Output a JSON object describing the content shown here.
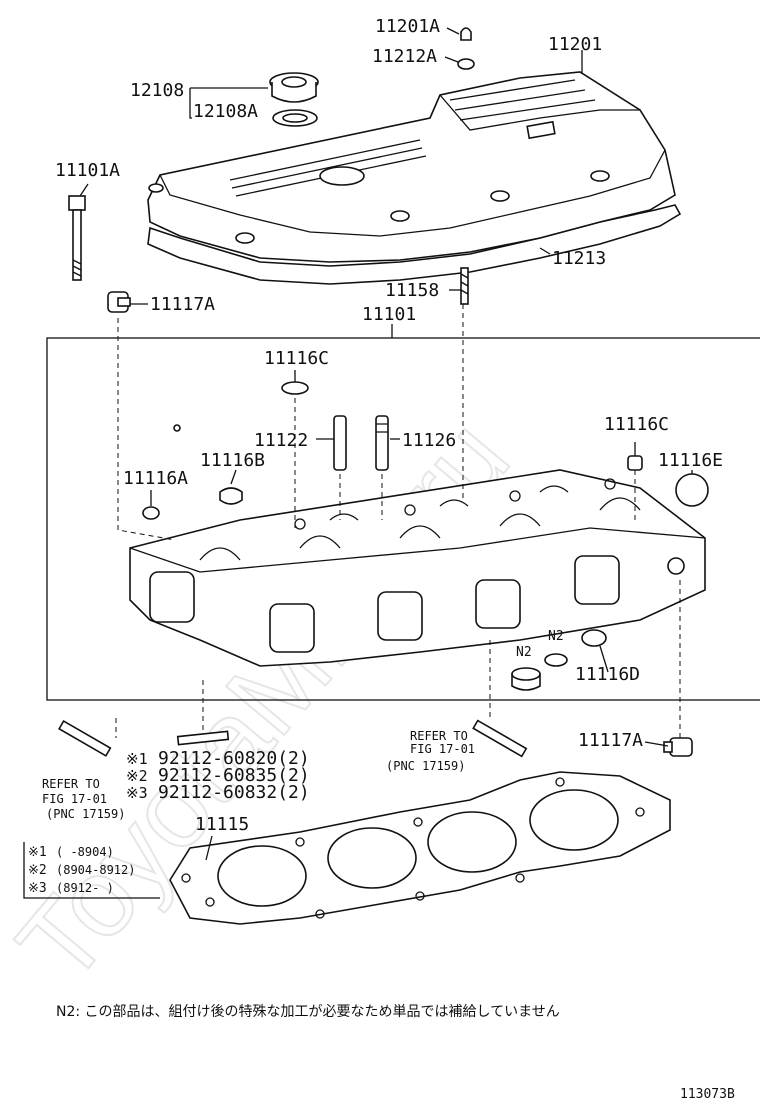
{
  "watermark": "ToyotaMine.ru",
  "labels": {
    "p11201A": "11201A",
    "p11212A": "11212A",
    "p11201": "11201",
    "p12108": "12108",
    "p12108A": "12108A",
    "p11101A": "11101A",
    "p11213": "11213",
    "p11158": "11158",
    "p11117A_top": "11117A",
    "p11101": "11101",
    "p11116C_left": "11116C",
    "p11122": "11122",
    "p11126": "11126",
    "p11116C_right": "11116C",
    "p11116B": "11116B",
    "p11116E": "11116E",
    "p11116A": "11116A",
    "n2_a": "N2",
    "n2_b": "N2",
    "p11116D": "11116D",
    "p11117A_bottom": "11117A",
    "p11115": "11115"
  },
  "refer_right": {
    "line1": "REFER TO",
    "line2": "FIG 17-01",
    "line3": "(PNC 17159)"
  },
  "refer_left": {
    "line1": "REFER TO",
    "line2": "FIG 17-01",
    "line3": "(PNC 17159)"
  },
  "studs": [
    {
      "mark": "※1",
      "part": "92112-60820(2)"
    },
    {
      "mark": "※2",
      "part": "92112-60835(2)"
    },
    {
      "mark": "※3",
      "part": "92112-60832(2)"
    }
  ],
  "legend": [
    {
      "mark": "※1",
      "range": "(    -8904)"
    },
    {
      "mark": "※2",
      "range": "(8904-8912)"
    },
    {
      "mark": "※3",
      "range": "(8912-    )"
    }
  ],
  "note": "N2:  この部品は、組付け後の特殊な加工が必要なため単品では補給していません",
  "figure_id": "113073B"
}
